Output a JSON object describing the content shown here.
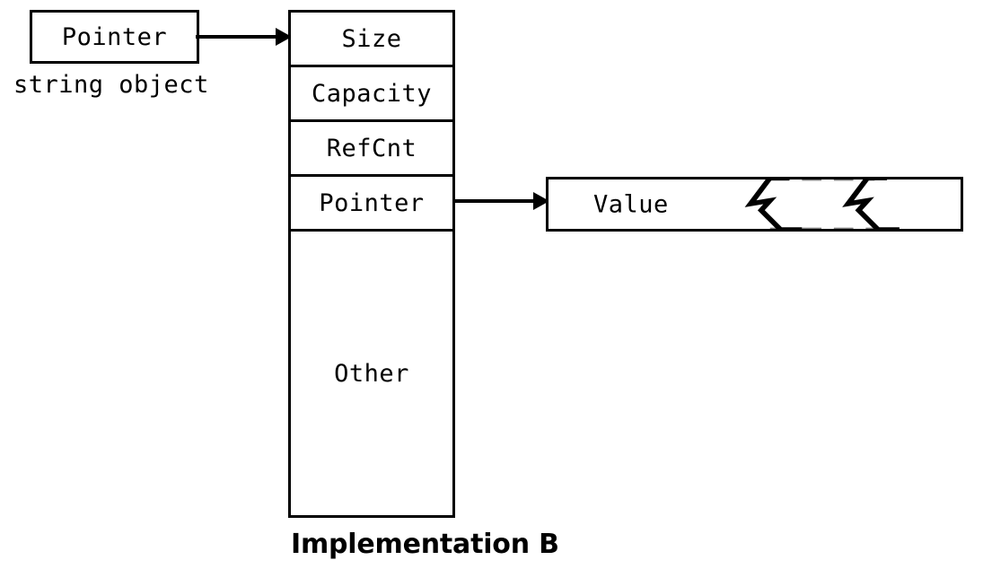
{
  "diagram": {
    "caption": "Implementation B",
    "colors": {
      "stroke": "#000000",
      "background": "#ffffff",
      "break_dash": "#808080"
    },
    "pointer_box": {
      "label": "Pointer",
      "sublabel": "string object"
    },
    "struct": {
      "rows": [
        {
          "label": "Size"
        },
        {
          "label": "Capacity"
        },
        {
          "label": "RefCnt"
        },
        {
          "label": "Pointer"
        },
        {
          "label": "Other"
        }
      ]
    },
    "value_box": {
      "label": "Value",
      "break_symbol": "zigzag-break"
    },
    "arrows": [
      {
        "name": "pointer-to-struct",
        "from": "Pointer",
        "to": "Size"
      },
      {
        "name": "struct-pointer-to-value",
        "from": "Pointer",
        "to": "Value"
      }
    ]
  }
}
